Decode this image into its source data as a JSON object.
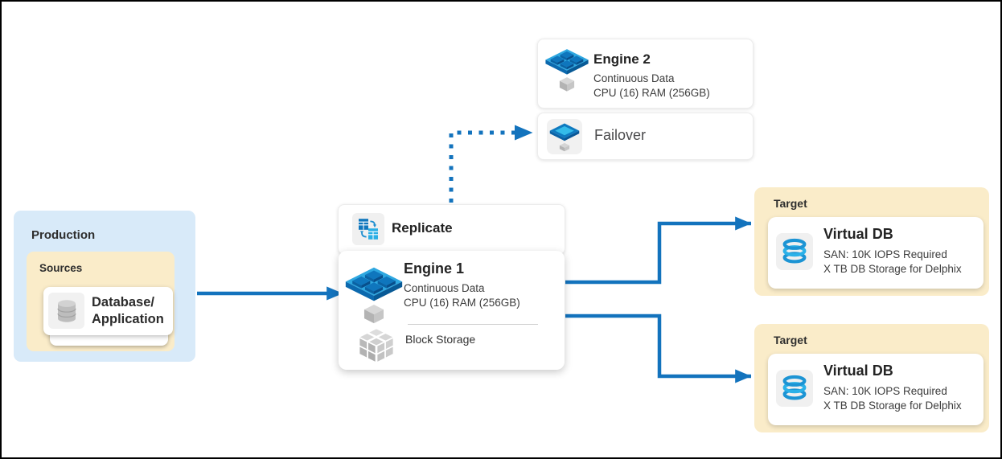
{
  "colors": {
    "arrow_blue": "#1373BD",
    "production_bg": "#D8EAF9",
    "zone_bg": "#FAECC9",
    "card_bg": "#FFFFFF",
    "icon_tile_bg": "#F1F1F1",
    "engine_top_blue": "#2EA7E0",
    "engine_dark_blue": "#0F76BD",
    "cyan_accent": "#34BBE9",
    "gray_cube": "#B9B9B9",
    "text_dark": "#2E2E2E"
  },
  "production": {
    "title": "Production",
    "sources": {
      "title": "Sources",
      "card": {
        "line1": "Database/",
        "line2": "Application"
      }
    }
  },
  "replicate": {
    "label": "Replicate"
  },
  "engine1": {
    "title": "Engine 1",
    "subtitle1": "Continuous Data",
    "subtitle2": "CPU (16) RAM (256GB)",
    "storage_label": "Block Storage"
  },
  "engine2": {
    "title": "Engine 2",
    "subtitle1": "Continuous Data",
    "subtitle2": "CPU (16) RAM (256GB)"
  },
  "failover": {
    "label": "Failover"
  },
  "targets": [
    {
      "title": "Target",
      "card": {
        "title": "Virtual DB",
        "line1": "SAN: 10K IOPS Required",
        "line2": "X TB DB Storage for Delphix"
      }
    },
    {
      "title": "Target",
      "card": {
        "title": "Virtual DB",
        "line1": "SAN: 10K IOPS Required",
        "line2": "X TB DB Storage for Delphix"
      }
    }
  ]
}
